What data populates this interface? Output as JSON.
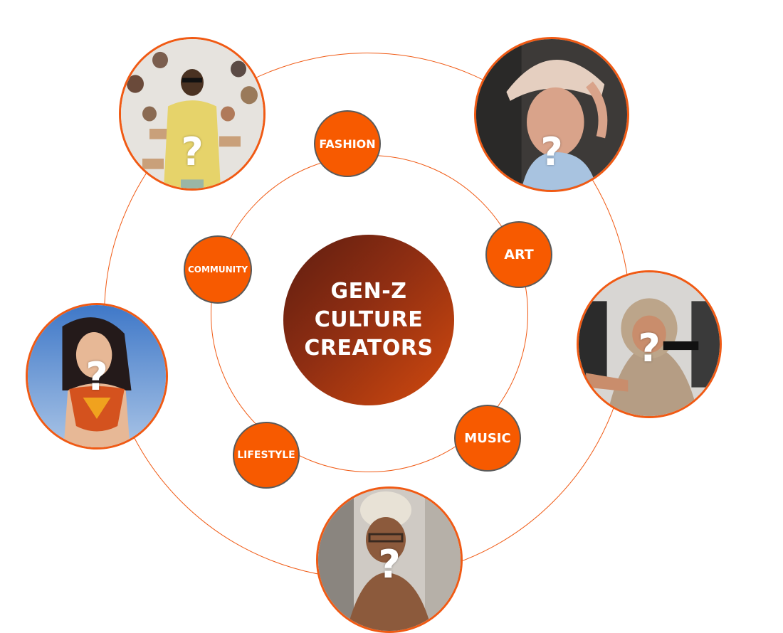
{
  "hub": {
    "title_lines": [
      "GEN-Z",
      "CULTURE",
      "CREATORS"
    ]
  },
  "categories": [
    {
      "label": "FASHION"
    },
    {
      "label": "ART"
    },
    {
      "label": "MUSIC"
    },
    {
      "label": "LIFESTYLE"
    },
    {
      "label": "COMMUNITY"
    }
  ],
  "creators": [
    {
      "mark": "?"
    },
    {
      "mark": "?"
    },
    {
      "mark": "?"
    },
    {
      "mark": "?"
    },
    {
      "mark": "?"
    }
  ],
  "colors": {
    "accent": "#f05a14",
    "category_fill": "#f75a00",
    "hub_dark": "#5e1d10",
    "hub_light": "#d24a0e"
  }
}
